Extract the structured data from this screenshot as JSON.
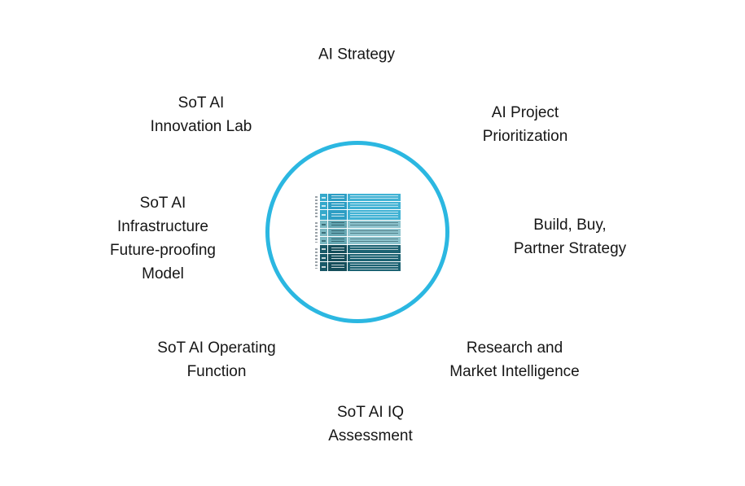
{
  "diagram": {
    "circle_color": "#2bb7e1",
    "labels": {
      "top": {
        "text": "AI Strategy"
      },
      "upper_left": {
        "text": "SoT AI\nInnovation Lab"
      },
      "upper_right": {
        "text": "AI Project\nPrioritization"
      },
      "left": {
        "text": "SoT AI\nInfrastructure\nFuture-proofing\nModel"
      },
      "right": {
        "text": "Build, Buy,\nPartner Strategy"
      },
      "lower_left": {
        "text": "SoT AI Operating\nFunction"
      },
      "lower_right": {
        "text": "Research and\nMarket Intelligence"
      },
      "bottom": {
        "text": "SoT AI IQ\nAssessment"
      }
    },
    "center_table": {
      "row_groups": [
        {
          "rows": 3,
          "number_color": "#35a9cb",
          "label_color": "#2d9ec4",
          "body_color": "#41b2d4"
        },
        {
          "rows": 3,
          "number_color": "#7ab8c2",
          "label_color": "#66a8b4",
          "body_color": "#8ec4ce"
        },
        {
          "rows": 3,
          "number_color": "#185867",
          "label_color": "#154e5b",
          "body_color": "#1d6373"
        }
      ]
    }
  }
}
